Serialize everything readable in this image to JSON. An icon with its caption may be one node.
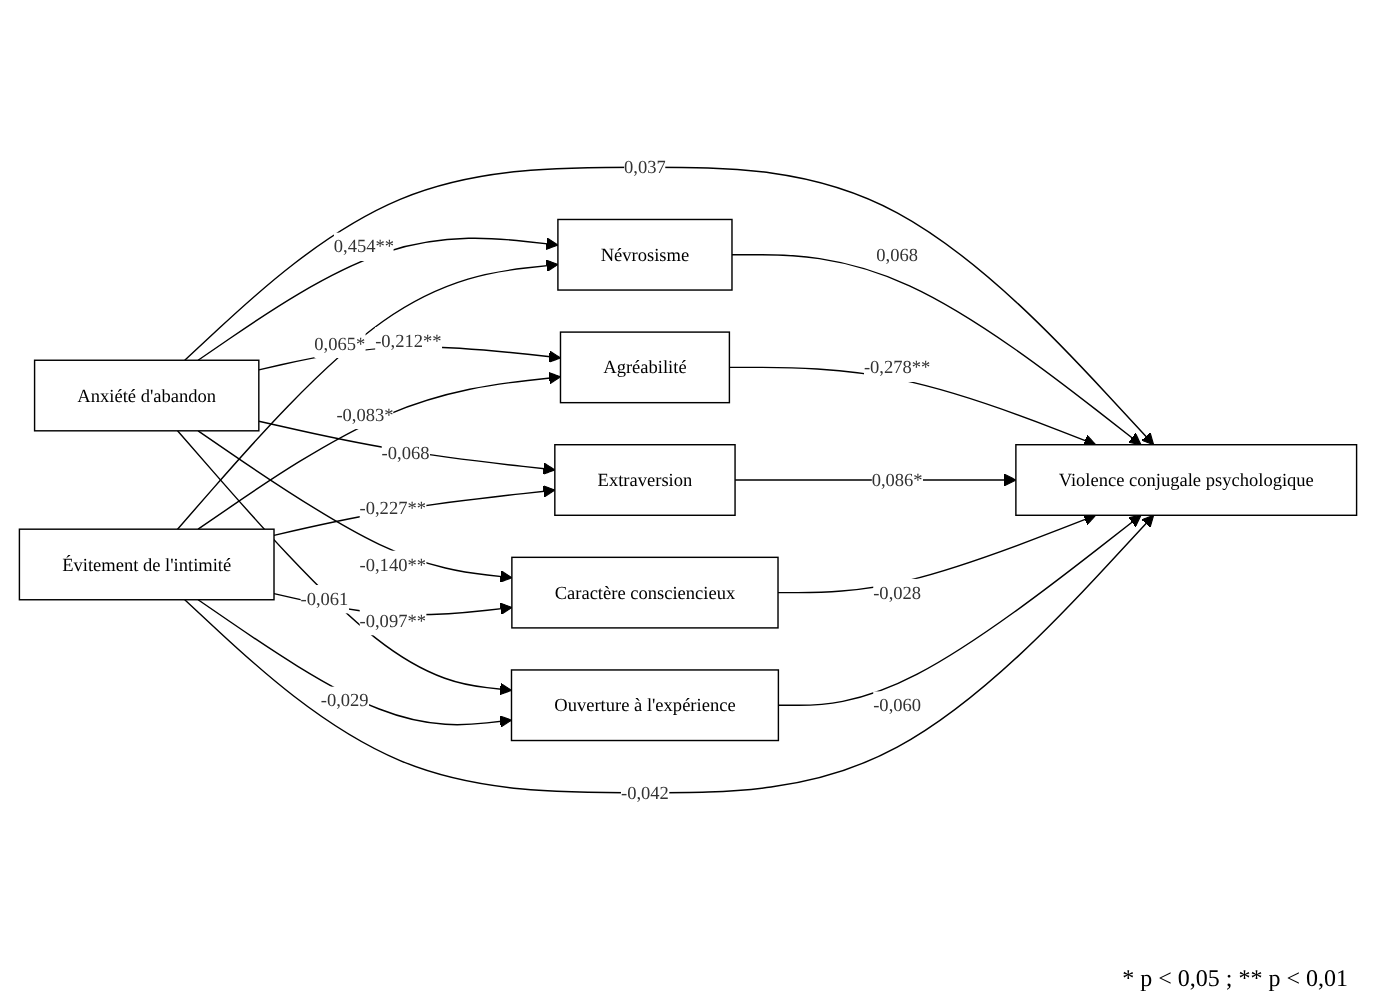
{
  "diagram": {
    "nodes": [
      {
        "text": [
          "Anxiété d'abandon"
        ]
      },
      {
        "text": [
          "Évitement de l'intimité"
        ]
      },
      {
        "text": [
          "Névrosisme"
        ]
      },
      {
        "text": [
          "Agréabilité"
        ]
      },
      {
        "text": [
          "Extraversion"
        ]
      },
      {
        "text": [
          "Caractère consciencieux"
        ]
      },
      {
        "text": [
          "Ouverture à l'expérience"
        ]
      },
      {
        "text": [
          "Violence conjugale psychologique"
        ]
      }
    ],
    "edges": [
      {
        "from": 0,
        "to": 7,
        "arrow": "to",
        "label": "0,037"
      },
      {
        "from": 0,
        "to": 2,
        "arrow": "to",
        "label": "0,454**"
      },
      {
        "from": 0,
        "to": 3,
        "arrow": "to",
        "label": "-0,212**"
      },
      {
        "from": 0,
        "to": 4,
        "arrow": "to",
        "label": "-0,068"
      },
      {
        "from": 0,
        "to": 5,
        "arrow": "to",
        "label": "-0,140**"
      },
      {
        "from": 0,
        "to": 6,
        "arrow": "to",
        "label": "-0,061"
      },
      {
        "from": 1,
        "to": 2,
        "arrow": "to",
        "label": "0,065*"
      },
      {
        "from": 1,
        "to": 3,
        "arrow": "to",
        "label": "-0,083*"
      },
      {
        "from": 1,
        "to": 4,
        "arrow": "to",
        "label": "-0,227**"
      },
      {
        "from": 1,
        "to": 5,
        "arrow": "to",
        "label": "-0,097**"
      },
      {
        "from": 1,
        "to": 6,
        "arrow": "to",
        "label": "-0,029"
      },
      {
        "from": 2,
        "to": 7,
        "arrow": "to",
        "label": "0,068"
      },
      {
        "from": 3,
        "to": 7,
        "arrow": "to",
        "label": "-0,278**"
      },
      {
        "from": 4,
        "to": 7,
        "arrow": "to",
        "label": "0,086*"
      },
      {
        "from": 5,
        "to": 7,
        "arrow": "to",
        "label": "-0,028"
      },
      {
        "from": 6,
        "to": 7,
        "arrow": "to",
        "label": "-0,060"
      },
      {
        "from": 1,
        "to": 7,
        "arrow": "to",
        "label": "-0,042"
      }
    ],
    "labels": [
      "* p < 0,05 ; ** p < 0,01"
    ]
  }
}
